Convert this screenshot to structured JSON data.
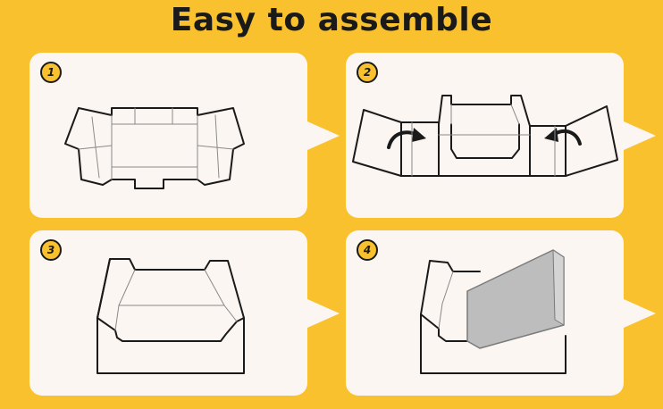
{
  "title": "Easy to assemble",
  "colors": {
    "background": "#F9C12E",
    "panel": "#FBF6F2",
    "line": "#1a1a1a",
    "lid": "#BDBDBD"
  },
  "steps": [
    {
      "number": "1"
    },
    {
      "number": "2"
    },
    {
      "number": "3"
    },
    {
      "number": "4"
    }
  ]
}
